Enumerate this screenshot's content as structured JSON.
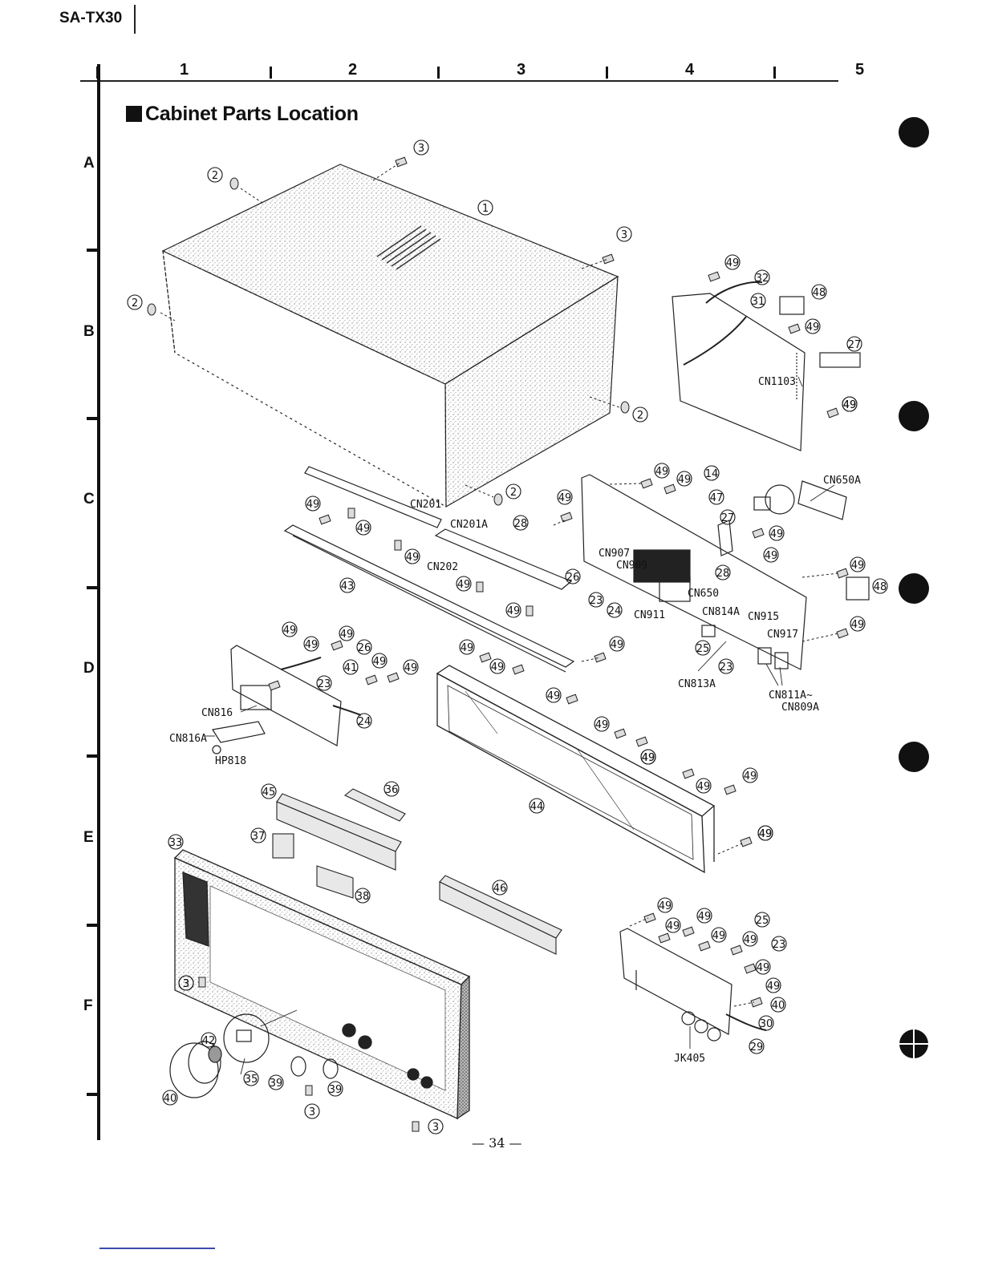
{
  "header": {
    "model": "SA-TX30"
  },
  "grid": {
    "columns": [
      "1",
      "2",
      "3",
      "4",
      "5"
    ],
    "rows": [
      "A",
      "B",
      "C",
      "D",
      "E",
      "F"
    ]
  },
  "section_title": "Cabinet Parts Location",
  "callouts": [
    "1",
    "2",
    "2",
    "2",
    "2",
    "3",
    "3",
    "3",
    "3",
    "3",
    "3",
    "14",
    "23",
    "23",
    "23",
    "23",
    "24",
    "24",
    "25",
    "25",
    "26",
    "26",
    "27",
    "27",
    "28",
    "28",
    "29",
    "30",
    "31",
    "32",
    "33",
    "35",
    "36",
    "37",
    "38",
    "39",
    "39",
    "40",
    "40",
    "41",
    "42",
    "43",
    "44",
    "45",
    "46",
    "47",
    "48",
    "48",
    "49",
    "49",
    "49",
    "49",
    "49",
    "49",
    "49",
    "49",
    "49",
    "49",
    "49",
    "49",
    "49",
    "49",
    "49",
    "49",
    "49",
    "49",
    "49",
    "49",
    "49",
    "49",
    "49",
    "49",
    "49",
    "49",
    "49",
    "49",
    "49",
    "49",
    "49",
    "49",
    "49",
    "49",
    "49",
    "49",
    "49",
    "49",
    "49"
  ],
  "connectors": [
    "CN1103",
    "CN650A",
    "CN201",
    "CN201A",
    "CN202",
    "CN907",
    "CN909",
    "CN911",
    "CN650",
    "CN814A",
    "CN915",
    "CN917",
    "CN813A",
    "CN811A~",
    "CN809A",
    "CN816",
    "CN816A",
    "HP818",
    "JK405"
  ],
  "footer": {
    "page": "— 34 —"
  }
}
